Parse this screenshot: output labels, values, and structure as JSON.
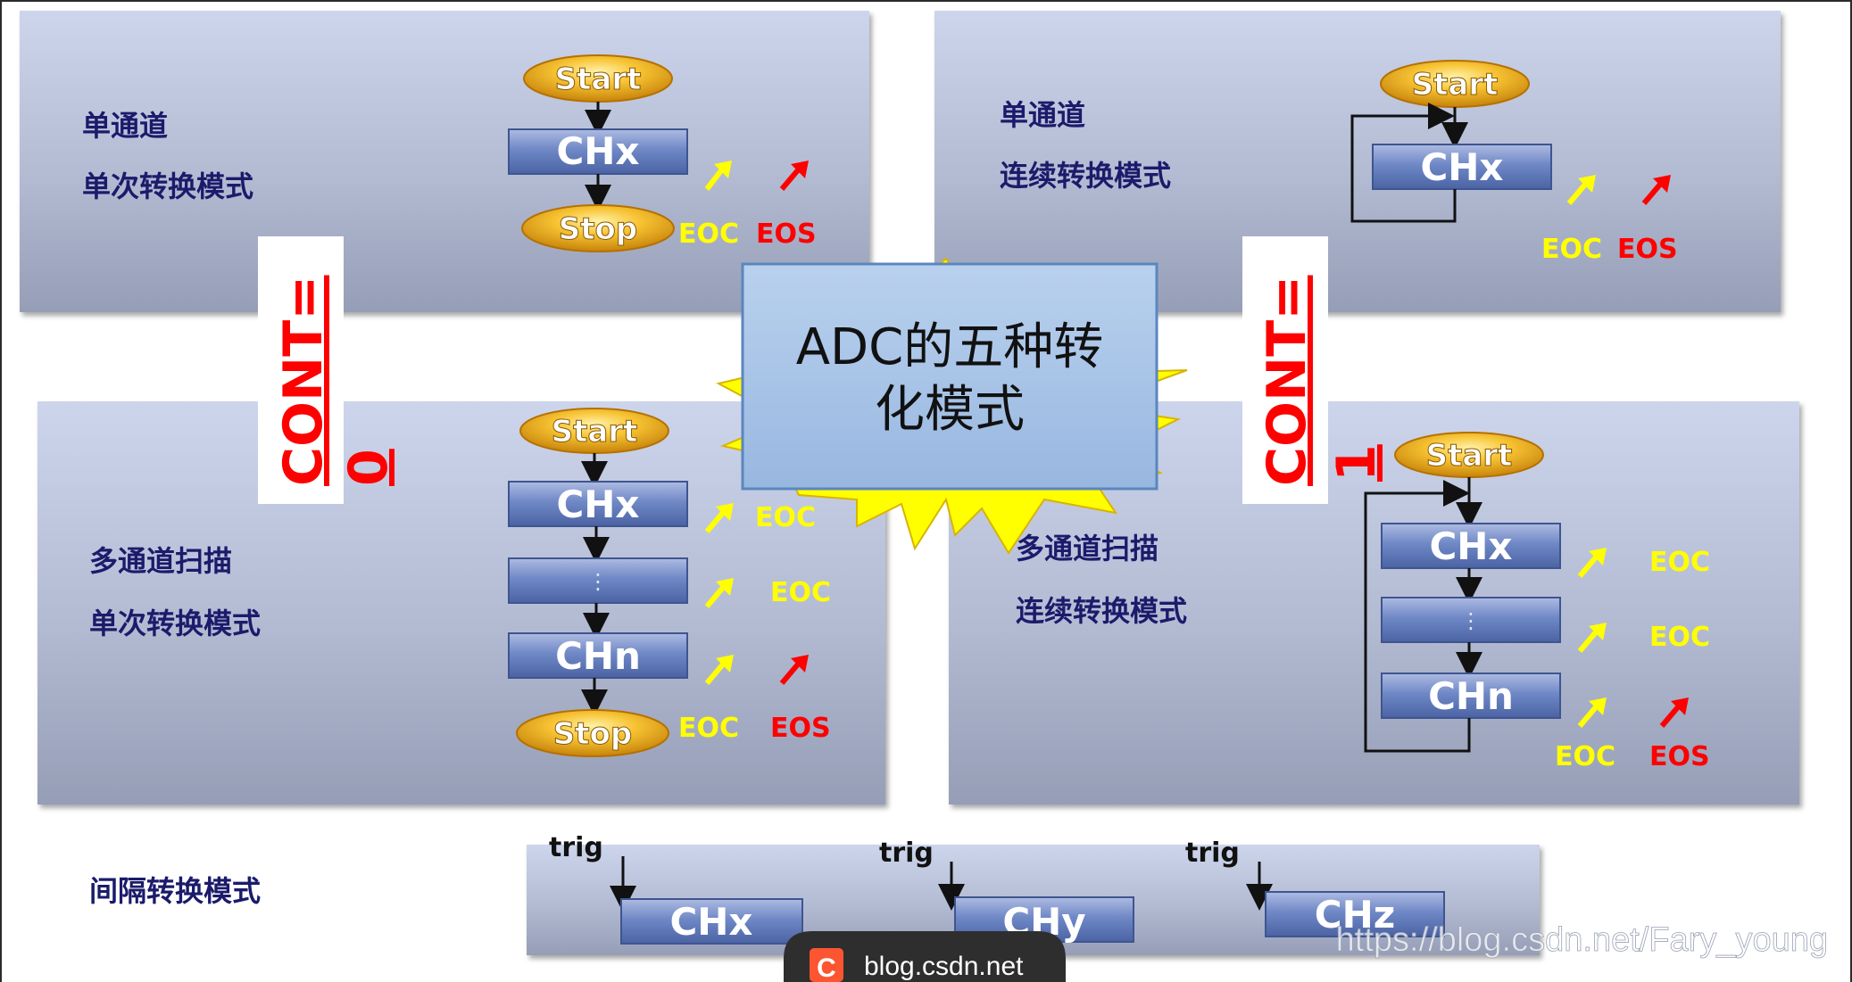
{
  "title": "ADC的五种转化模式",
  "title_lines": [
    "ADC的五种转",
    "化模式"
  ],
  "colors": {
    "panel_top": "#c7d0e8",
    "panel_bottom": "#9aa2bb",
    "title_box": "#a9c6e8",
    "start_stop": "#f4b41a",
    "channel": "#6e88c4",
    "eoc": "#ffff00",
    "eos": "#ff0000",
    "cont": "#ff0000",
    "text_dark": "#1b1b6b",
    "burst": "#ffff00"
  },
  "labels": {
    "start": "Start",
    "stop": "Stop",
    "eoc": "EOC",
    "eos": "EOS",
    "trig": "trig",
    "ellipsis": "⋮"
  },
  "cont_left": {
    "text": "CONT=",
    "value": "0"
  },
  "cont_right": {
    "text": "CONT=",
    "value": "1"
  },
  "panels": {
    "single_once": {
      "line1": "单通道",
      "line2": "单次转换模式",
      "channel": "CHx"
    },
    "single_continuous": {
      "line1": "单通道",
      "line2": "连续转换模式",
      "channel": "CHx"
    },
    "scan_once": {
      "line1": "多通道扫描",
      "line2": "单次转换模式",
      "channels": [
        "CHx",
        "",
        "CHn"
      ]
    },
    "scan_continuous": {
      "line1": "多通道扫描",
      "line2": "连续转换模式",
      "channels": [
        "CHx",
        "",
        "CHn"
      ]
    },
    "discontinuous": {
      "line1": "间隔转换模式",
      "channels": [
        "CHx",
        "CHy",
        "CHz"
      ]
    }
  },
  "watermark": "https://blog.csdn.net/Fary_young",
  "badge": {
    "icon": "C",
    "text": "blog.csdn.net"
  }
}
